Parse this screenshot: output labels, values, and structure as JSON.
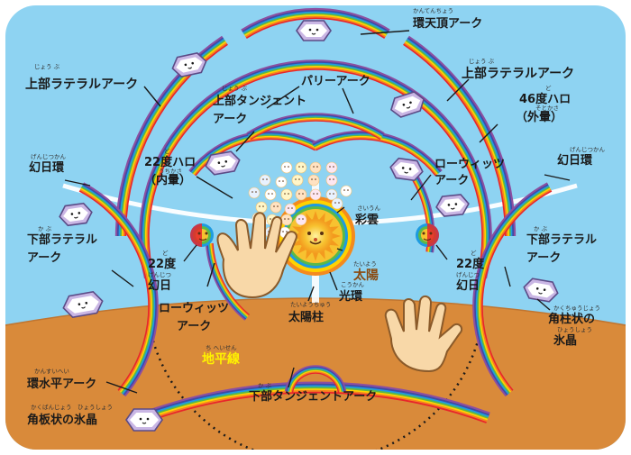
{
  "colors": {
    "sky": "#8ed3f2",
    "ground": "#d98a3a",
    "sun": "#f7c230",
    "rainbow": [
      "#e8262b",
      "#f58220",
      "#ffd200",
      "#5bb947",
      "#1e9be0",
      "#3f4aa5",
      "#8c4fa0"
    ],
    "crystal": "#c9b6e4",
    "hand": "#f8d8a8"
  },
  "labels": {
    "circumzenithal_arc": {
      "text": "環天頂アーク",
      "ruby": "かんてんちょう"
    },
    "upper_lateral_left": {
      "text": "上部ラテラルアーク",
      "ruby": "じょう ぶ"
    },
    "upper_lateral_right": {
      "text": "上部ラテラルアーク",
      "ruby": "じょう ぶ"
    },
    "parry_arc": {
      "text": "パリーアーク"
    },
    "upper_tangent": {
      "text": "上部タンジェント",
      "ruby": "じょう ぶ"
    },
    "upper_tangent_arc": {
      "text": "アーク"
    },
    "halo46": {
      "text": "46度ハロ",
      "ruby": "ど"
    },
    "halo46_sub": {
      "text": "（外暈）",
      "ruby": "そとかさ"
    },
    "parhelic_left": {
      "text": "幻日環",
      "ruby": "げんじつかん"
    },
    "parhelic_right": {
      "text": "幻日環",
      "ruby": "げんじつかん"
    },
    "halo22": {
      "text": "22度ハロ",
      "ruby": "ど"
    },
    "halo22_sub": {
      "text": "（内暈）",
      "ruby": "うちかさ"
    },
    "lowitz_upper": {
      "text": "ローウィッツ"
    },
    "lowitz_upper_2": {
      "text": "アーク"
    },
    "iridescent_cloud": {
      "text": "彩雲",
      "ruby": "さいうん"
    },
    "lower_lateral_left": {
      "text": "下部ラテラル",
      "ruby": "か ぶ"
    },
    "lower_lateral_left_2": {
      "text": "アーク"
    },
    "lower_lateral_right": {
      "text": "下部ラテラル",
      "ruby": "か ぶ"
    },
    "lower_lateral_right_2": {
      "text": "アーク"
    },
    "sundog_left": {
      "text": "22度",
      "ruby": "ど"
    },
    "sundog_left_2": {
      "text": "幻日",
      "ruby": "げんじつ"
    },
    "sundog_right": {
      "text": "22度",
      "ruby": "ど"
    },
    "sundog_right_2": {
      "text": "幻日",
      "ruby": "げんじつ"
    },
    "sun": {
      "text": "太陽",
      "ruby": "たいよう"
    },
    "corona": {
      "text": "光環",
      "ruby": "こうかん"
    },
    "lowitz_lower": {
      "text": "ローウィッツ"
    },
    "lowitz_lower_2": {
      "text": "アーク"
    },
    "sun_pillar": {
      "text": "太陽柱",
      "ruby": "たいようちゅう"
    },
    "column_crystal": {
      "text": "角柱状の",
      "ruby": "かくちゅうじょう"
    },
    "column_crystal_2": {
      "text": "氷晶",
      "ruby": "ひょうしょう"
    },
    "horizon": {
      "text": "地平線",
      "ruby": "ち へいせん"
    },
    "circumhorizon_arc": {
      "text": "環水平アーク",
      "ruby": "かんすいへい"
    },
    "lower_tangent": {
      "text": "下部タンジェントアーク",
      "ruby": "か ぶ"
    },
    "plate_crystal": {
      "text": "角板状の氷晶",
      "ruby": "かくばんじょう　ひょうしょう"
    }
  }
}
